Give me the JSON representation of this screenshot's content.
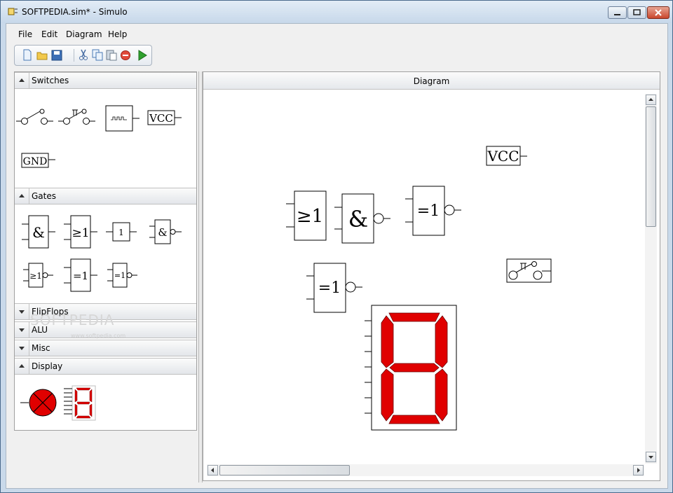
{
  "window": {
    "title": "SOFTPEDIA.sim* - Simulo"
  },
  "menu": [
    "File",
    "Edit",
    "Diagram",
    "Help"
  ],
  "toolbar": {
    "tools": [
      "new-file-icon",
      "open-folder-icon",
      "save-icon",
      "cut-icon",
      "copy-icon",
      "paste-icon",
      "stop-icon",
      "run-icon"
    ]
  },
  "sections": [
    {
      "label": "Switches",
      "expanded": true
    },
    {
      "label": "Gates",
      "expanded": true
    },
    {
      "label": "FlipFlops",
      "expanded": false
    },
    {
      "label": "ALU",
      "expanded": false
    },
    {
      "label": "Misc",
      "expanded": false
    },
    {
      "label": "Display",
      "expanded": true
    }
  ],
  "palette": {
    "vcc": "VCC",
    "gnd": "GND",
    "and": "&",
    "or": "≥1",
    "buf": "1",
    "nand": "&",
    "nor": "≥1",
    "xor": "=1",
    "xnor": "=1"
  },
  "diagram": {
    "title": "Diagram",
    "vcc": "VCC",
    "or_gate": "≥1",
    "and_gate": "&",
    "xnor_gate": "=1",
    "xnor_gate_2": "=1"
  },
  "watermark": {
    "text": "SOFTPEDIA",
    "sub": "www.softpedia.com"
  },
  "colors": {
    "segment": "#e00000",
    "led": "#e00000",
    "accent": "#c9462c"
  }
}
